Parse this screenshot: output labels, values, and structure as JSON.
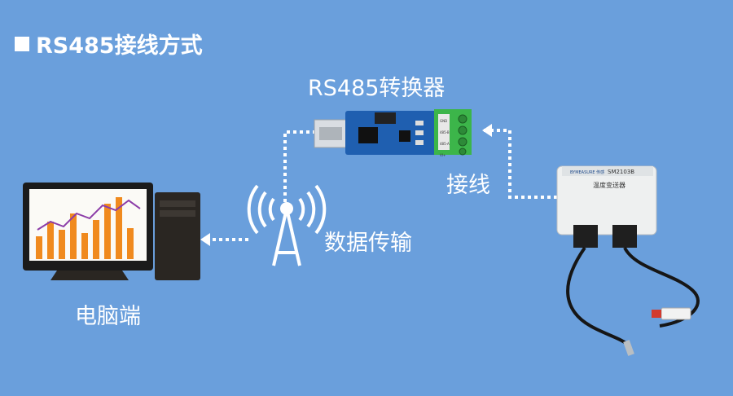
{
  "title": "RS485接线方式",
  "converter": {
    "label": "RS485转换器",
    "pins": [
      "GND",
      "485-B",
      "485-A",
      "VI+"
    ]
  },
  "wiring_label": "接线",
  "transmission_label": "数据传输",
  "pc_label": "电脑端",
  "transmitter": {
    "brand_text": "BYMEASURE 传感",
    "model": "SM2103B",
    "name": "温度变送器"
  },
  "colors": {
    "background": "#6a9fdc",
    "text": "#ffffff",
    "converter_board": "#1f5fb0",
    "terminal_green": "#3cb54a"
  }
}
